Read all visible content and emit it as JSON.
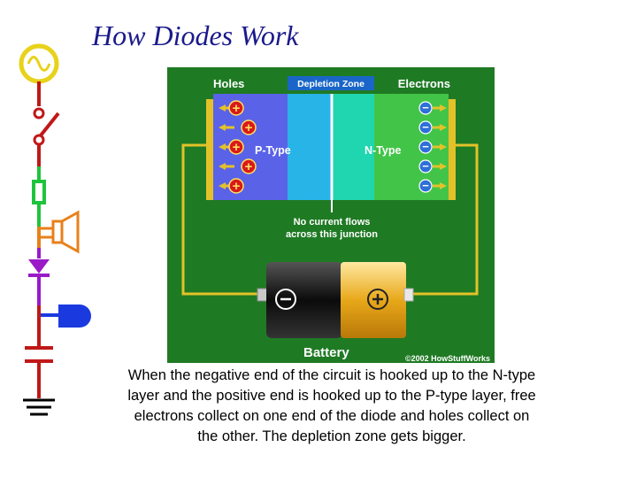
{
  "slide": {
    "title": "How Diodes Work",
    "caption": "When the negative end of the circuit is hooked up to the N-type layer and the positive end is hooked up to the P-type layer, free electrons collect on one end of the diode and holes collect on the other. The depletion zone gets bigger."
  },
  "diagram": {
    "label_holes": "Holes",
    "label_depletion": "Depletion Zone",
    "label_electrons": "Electrons",
    "label_ptype": "P-Type",
    "label_ntype": "N-Type",
    "note_line1": "No current flows",
    "note_line2": "across this junction",
    "label_battery": "Battery",
    "copyright": "©2002 HowStuffWorks",
    "plus_sign": "+",
    "minus_sign": "−",
    "hole_count": 5,
    "electron_count": 5
  },
  "colors": {
    "title": "#1a1a8c",
    "background_green": "#1f7a24",
    "p_region": "#5a62e8",
    "depletion_left": "#29b4e8",
    "depletion_right": "#1fd6b0",
    "n_region": "#42c448",
    "wire": "#e3c229",
    "hole": "#d81a1a",
    "electron": "#2e6fd8"
  },
  "icons": [
    "ac-source-icon",
    "switch-icon",
    "fuse-icon",
    "speaker-icon",
    "diode-icon",
    "led-icon",
    "capacitor-icon",
    "ground-icon"
  ]
}
